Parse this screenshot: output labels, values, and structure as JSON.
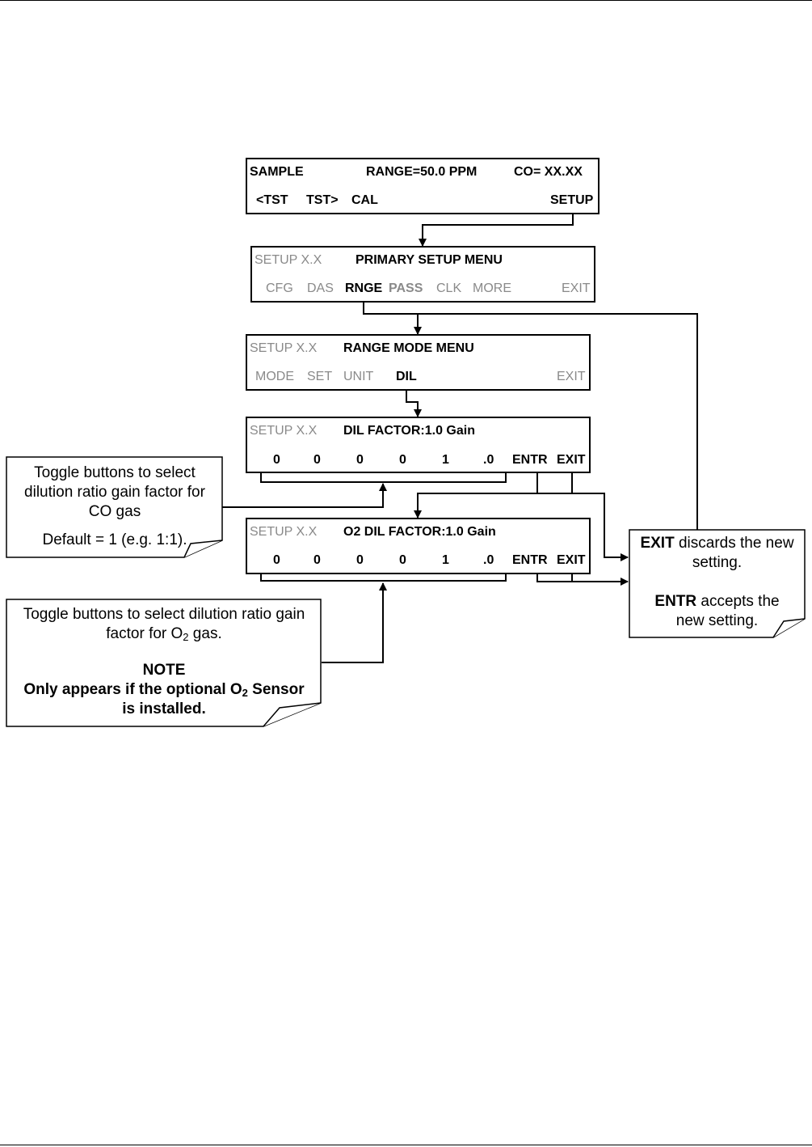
{
  "screen1": {
    "mode": "SAMPLE",
    "range": "RANGE=50.0 PPM",
    "conc": "CO= XX.XX",
    "btn1": "<TST",
    "btn2": "TST>",
    "btn3": "CAL",
    "btn4": "SETUP"
  },
  "screen2": {
    "mode": "SETUP X.X",
    "title": "PRIMARY SETUP MENU",
    "btn1": "CFG",
    "btn2": "DAS",
    "btn3": "RNGE",
    "btn4": "PASS",
    "btn5": "CLK",
    "btn6": "MORE",
    "btn7": "EXIT"
  },
  "screen3": {
    "mode": "SETUP X.X",
    "title": "RANGE MODE MENU",
    "btn1": "MODE",
    "btn2": "SET",
    "btn3": "UNIT",
    "btn4": "DIL",
    "btn5": "EXIT"
  },
  "screen4": {
    "mode": "SETUP X.X",
    "title": "DIL FACTOR:1.0 Gain",
    "d1": "0",
    "d2": "0",
    "d3": "0",
    "d4": "0",
    "d5": "1",
    "d6": ".0",
    "enter": "ENTR",
    "exit": "EXIT"
  },
  "screen5": {
    "mode": "SETUP X.X",
    "title": "O2 DIL FACTOR:1.0 Gain",
    "d1": "0",
    "d2": "0",
    "d3": "0",
    "d4": "0",
    "d5": "1",
    "d6": ".0",
    "enter": "ENTR",
    "exit": "EXIT"
  },
  "note_co": {
    "line1": "Toggle buttons to select",
    "line2": "dilution ratio gain factor for",
    "line3": "CO gas",
    "line4": "Default = 1 (e.g. 1:1)."
  },
  "note_o2": {
    "line1": "Toggle buttons to select dilution ratio gain",
    "line2_pre": "factor for O",
    "line2_sub": "2",
    "line2_post": " gas.",
    "heading": "NOTE",
    "line3_pre": "Only appears if the optional O",
    "line3_sub": "2",
    "line3_post": " Sensor",
    "line4": "is installed."
  },
  "note_exit": {
    "exit_word": "EXIT",
    "exit_text": " discards the new",
    "exit_text2": "setting.",
    "entr_word": "ENTR",
    "entr_text": " accepts the",
    "entr_text2": "new setting."
  }
}
